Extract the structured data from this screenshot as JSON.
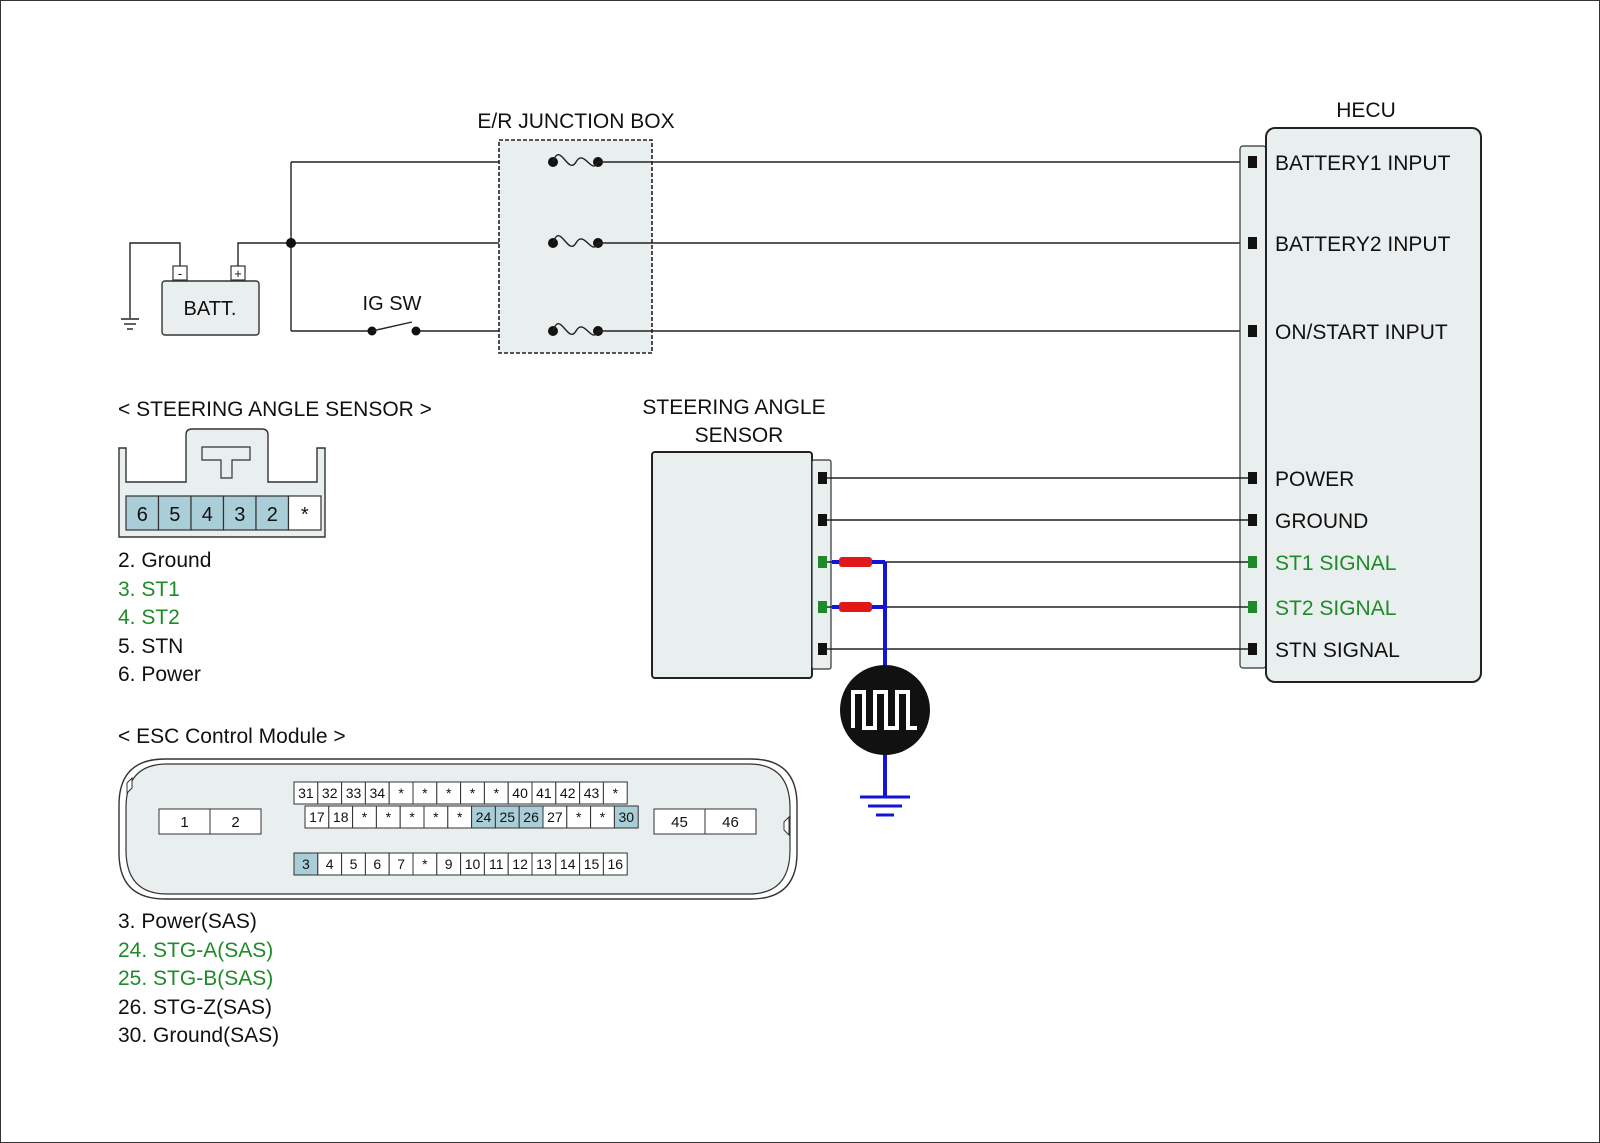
{
  "junction_box": {
    "title": "E/R JUNCTION BOX"
  },
  "battery": {
    "label": "BATT.",
    "neg": "-",
    "pos": "+"
  },
  "ig_switch": {
    "label": "IG SW"
  },
  "hecu": {
    "title": "HECU",
    "terminals": [
      {
        "label": "BATTERY1 INPUT",
        "color": "#111111"
      },
      {
        "label": "BATTERY2 INPUT",
        "color": "#111111"
      },
      {
        "label": "ON/START INPUT",
        "color": "#111111"
      },
      {
        "label": "POWER",
        "color": "#111111"
      },
      {
        "label": "GROUND",
        "color": "#111111"
      },
      {
        "label": "ST1 SIGNAL",
        "color": "#1f8a2a"
      },
      {
        "label": "ST2 SIGNAL",
        "color": "#1f8a2a"
      },
      {
        "label": "STN SIGNAL",
        "color": "#111111"
      }
    ]
  },
  "sensor": {
    "title_line1": "STEERING ANGLE",
    "title_line2": "SENSOR"
  },
  "sas_connector": {
    "title": "< STEERING ANGLE SENSOR >",
    "pins": [
      "6",
      "5",
      "4",
      "3",
      "2",
      "*"
    ],
    "highlighted": [
      "6",
      "5",
      "4",
      "3",
      "2"
    ],
    "legend": [
      {
        "text": "2. Ground",
        "color": "#111111"
      },
      {
        "text": "3. ST1",
        "color": "#1f8a2a"
      },
      {
        "text": "4. ST2",
        "color": "#1f8a2a"
      },
      {
        "text": "5. STN",
        "color": "#111111"
      },
      {
        "text": "6. Power",
        "color": "#111111"
      }
    ]
  },
  "esc_connector": {
    "title": "< ESC Control Module >",
    "left_block": [
      "1",
      "2"
    ],
    "right_block": [
      "45",
      "46"
    ],
    "row1": [
      "31",
      "32",
      "33",
      "34",
      "*",
      "*",
      "*",
      "*",
      "*",
      "40",
      "41",
      "42",
      "43",
      "*"
    ],
    "row2": [
      "17",
      "18",
      "*",
      "*",
      "*",
      "*",
      "*",
      "24",
      "25",
      "26",
      "27",
      "*",
      "*",
      "30"
    ],
    "row3": [
      "3",
      "4",
      "5",
      "6",
      "7",
      "*",
      "9",
      "10",
      "11",
      "12",
      "13",
      "14",
      "15",
      "16"
    ],
    "highlighted": [
      "3",
      "24",
      "25",
      "26",
      "30"
    ],
    "legend": [
      {
        "text": "3. Power(SAS)",
        "color": "#111111"
      },
      {
        "text": "24. STG-A(SAS)",
        "color": "#1f8a2a"
      },
      {
        "text": "25. STG-B(SAS)",
        "color": "#1f8a2a"
      },
      {
        "text": "26. STG-Z(SAS)",
        "color": "#111111"
      },
      {
        "text": "30. Ground(SAS)",
        "color": "#111111"
      }
    ]
  },
  "colors": {
    "box_fill": "#e9eeee",
    "pin_highlight": "#a9ced7",
    "signal_green": "#1f8a2a",
    "probe_blue": "#1414d8",
    "probe_red": "#e01818"
  }
}
